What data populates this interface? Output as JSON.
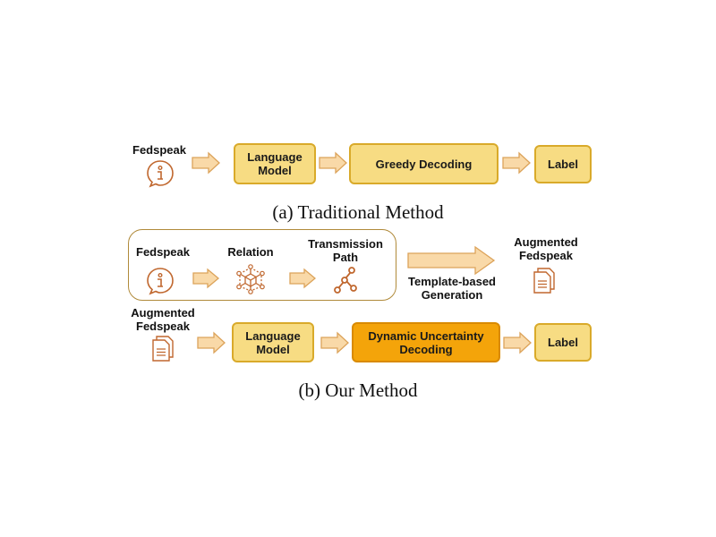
{
  "top": {
    "input_label": "Fedspeak",
    "language_model": "Language\nModel",
    "decoding": "Greedy Decoding",
    "label": "Label",
    "caption": "(a) Traditional Method"
  },
  "bottom": {
    "group": {
      "fedspeak": "Fedspeak",
      "relation": "Relation",
      "transmission_path": "Transmission\nPath"
    },
    "template_generation": "Template-based\nGeneration",
    "augmented_output": "Augmented\nFedspeak",
    "augmented_input": "Augmented\nFedspeak",
    "language_model": "Language\nModel",
    "decoding": "Dynamic Uncertainty\nDecoding",
    "label": "Label",
    "caption": "(b) Our Method"
  },
  "colors": {
    "box_fill": "#f7dc83",
    "box_border": "#d9aa2a",
    "highlight_fill": "#f4a40a",
    "arrow_fill": "#f9d9a8",
    "arrow_stroke": "#dca35a",
    "icon_stroke": "#c0672e"
  },
  "icons": [
    "info-bubble-icon",
    "cube-network-icon",
    "path-nodes-icon",
    "documents-icon"
  ]
}
